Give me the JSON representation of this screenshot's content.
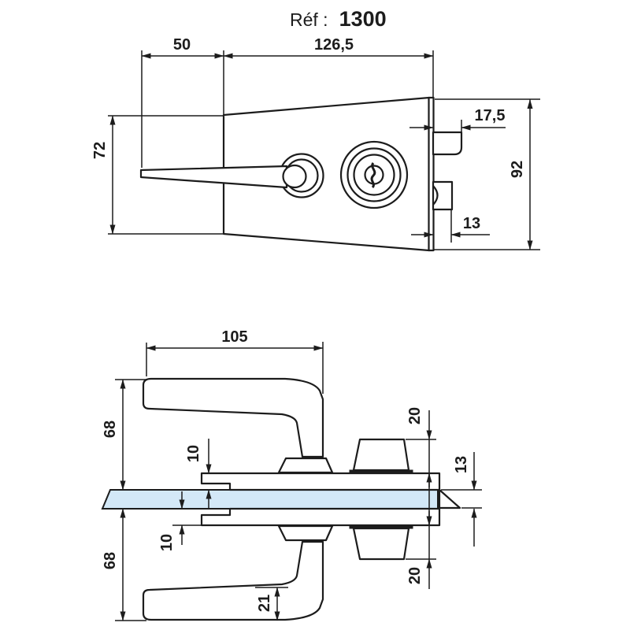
{
  "title": {
    "prefix": "Réf :",
    "number": "1300"
  },
  "colors": {
    "line": "#1c1c1c",
    "glass": "#d3e8f7",
    "background": "#ffffff"
  },
  "top_view": {
    "dims": {
      "handle_overhang": "50",
      "case_width": "126,5",
      "case_height_left": "72",
      "case_height_right": "92",
      "upper_bolt": "17,5",
      "lower_bolt": "13"
    }
  },
  "side_view": {
    "dims": {
      "handle_length": "105",
      "handle_height_upper": "68",
      "handle_height_lower": "68",
      "case_offset_upper": "10",
      "case_offset_lower": "10",
      "cylinder_height_upper": "20",
      "cylinder_height_lower": "20",
      "glass_capacity": "13",
      "handle_thickness": "21"
    }
  }
}
